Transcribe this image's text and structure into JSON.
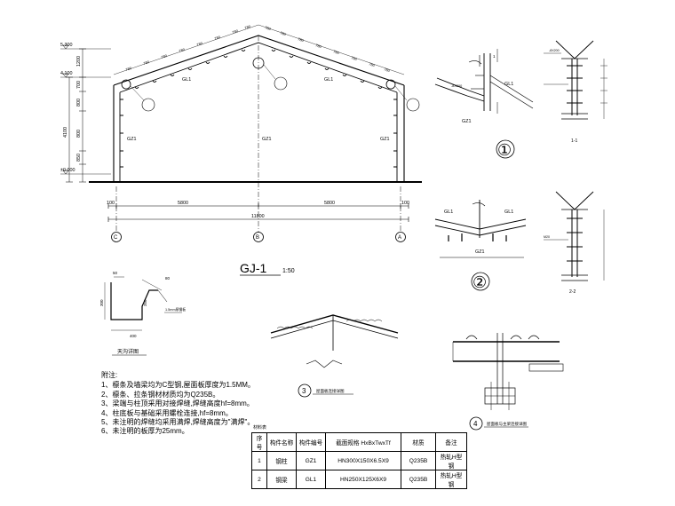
{
  "frame": {
    "elev_labels": [
      "5.300",
      "4.100",
      "±0.000"
    ],
    "left_dims": [
      "1200",
      "700",
      "800",
      "4100",
      "800",
      "850"
    ],
    "member_labels": [
      "GL1",
      "GL1",
      "GZ1",
      "GZ1",
      "GZ1"
    ],
    "bottom_dims": [
      "100",
      "5800",
      "5800",
      "100"
    ],
    "total_dim": "11800",
    "axes": [
      "C",
      "B",
      "A"
    ],
    "roof_spacing": [
      "780",
      "780",
      "780",
      "780",
      "780",
      "780",
      "780",
      "780",
      "780",
      "780",
      "780",
      "780",
      "780",
      "780",
      "780",
      "780"
    ],
    "title": "GJ-1",
    "scale": "1:50"
  },
  "details": {
    "d1_label": "①",
    "d2_label": "②",
    "sec1": "1-1",
    "sec2": "2-2",
    "d1_gl": "GL1",
    "d1_gz": "GZ1",
    "d2_gl_left": "GL1",
    "d2_gl_right": "GL1",
    "d2_gz": "GZ1",
    "cut": "1",
    "weld_note1": "-8X200",
    "weld_note2": "M20",
    "d3_num": "3",
    "d3_caption": "屋面板连接详图",
    "d4_num": "4",
    "d4_caption": "屋面板与主梁连接详图",
    "gutter_caption": "天沟详图",
    "gutter_dims": [
      "50",
      "80",
      "300",
      "350",
      "400"
    ],
    "gutter_note": "1.5mm厚钢板"
  },
  "notes": {
    "heading": "附注:",
    "lines": [
      "1、檩条及墙梁均为C型钢,屋面板厚度为1.5MM。",
      "2、檩条、拉条钢材材质均为Q235B。",
      "3、梁端与柱顶采用对接焊缝,焊缝高度hf=8mm。",
      "4、柱底板与基础采用螺栓连接,hf=8mm。",
      "5、未注明的焊缝均采用满焊,焊缝高度为\"满焊\"。",
      "6、未注明的板厚为25mm。"
    ]
  },
  "table": {
    "title": "材料表",
    "headers": [
      "序号",
      "构件名称",
      "构件编号",
      "截面规格 HxBxTwxTf",
      "材质",
      "备注"
    ],
    "rows": [
      [
        "1",
        "钢柱",
        "GZ1",
        "HN300X150X6.5X9",
        "Q235B",
        "热轧H型钢"
      ],
      [
        "2",
        "钢梁",
        "GL1",
        "HN250X125X6X9",
        "Q235B",
        "热轧H型钢"
      ]
    ]
  }
}
